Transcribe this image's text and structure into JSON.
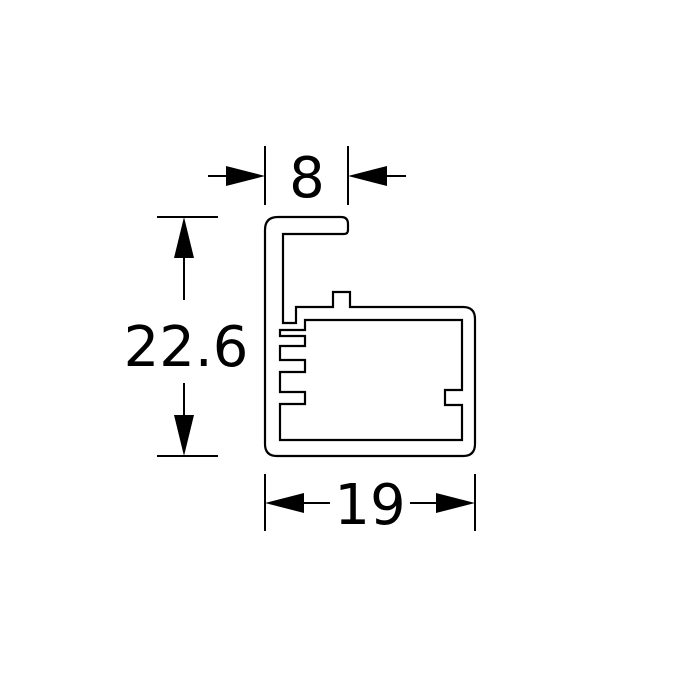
{
  "drawing": {
    "dimensions": {
      "top_width": "8",
      "height": "22.6",
      "bottom_width": "19"
    },
    "colors": {
      "stroke": "#000000",
      "background": "#ffffff"
    }
  }
}
